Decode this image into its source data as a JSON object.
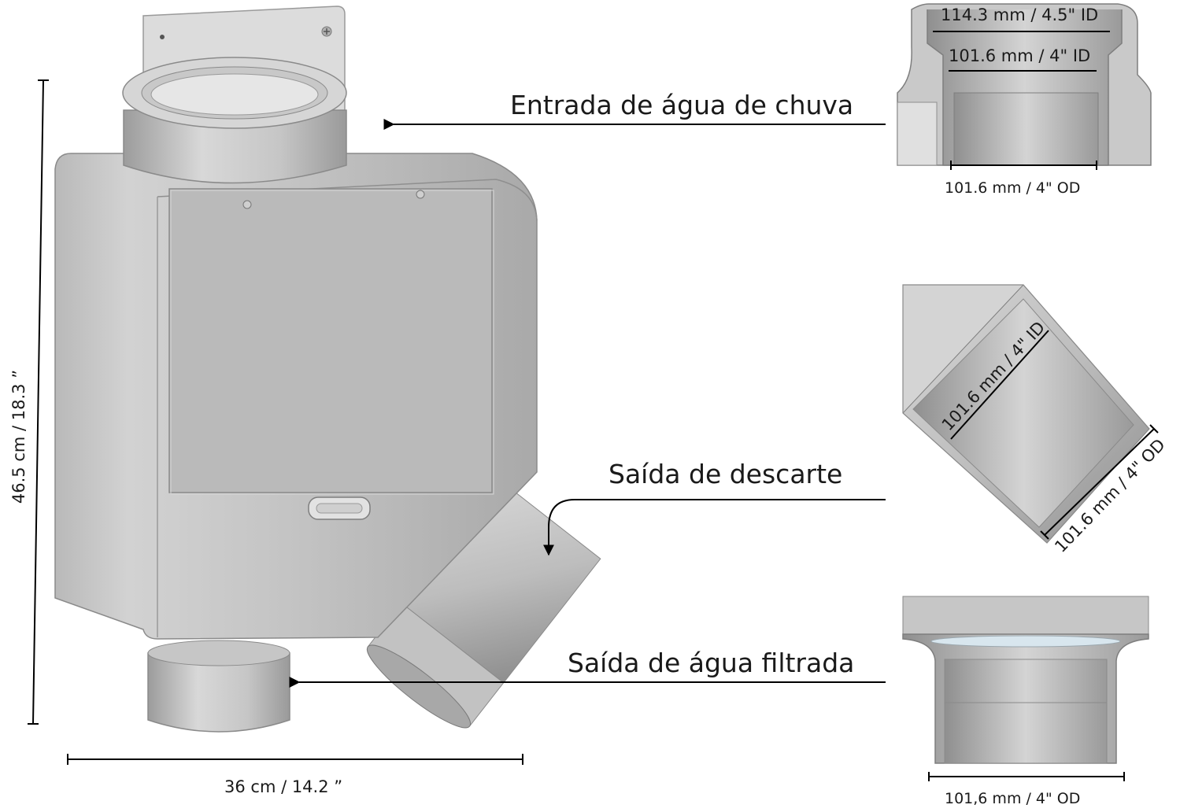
{
  "labels": {
    "inlet": "Entrada de água de chuva",
    "discard_outlet": "Saída de descarte",
    "filtered_outlet": "Saída de água filtrada"
  },
  "dimensions": {
    "height": "46.5 cm / 18.3 ”",
    "width": "36 cm / 14.2 ”"
  },
  "detail_top": {
    "outer_id": "114.3 mm / 4.5\" ID",
    "inner_id": "101.6 mm / 4\" ID",
    "od": "101.6 mm / 4\" OD"
  },
  "detail_middle": {
    "id": "101.6 mm / 4\" ID",
    "od": "101.6 mm / 4\" OD"
  },
  "detail_bottom": {
    "od": "101,6 mm / 4\" OD"
  }
}
